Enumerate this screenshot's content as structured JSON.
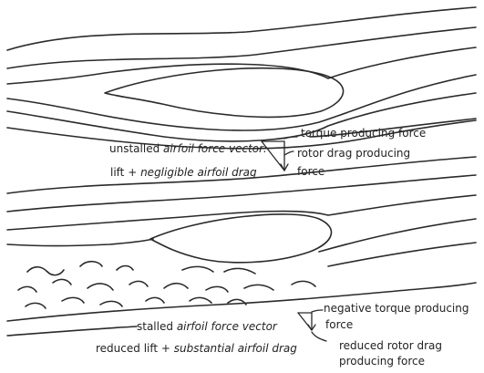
{
  "upper_section": {
    "vector_title_a": "unstalled",
    "vector_title_b": "airfoil force vector:",
    "vector_desc_a": "lift + ",
    "vector_desc_b": "negligible airfoil drag",
    "torque_label": "torque producing force",
    "drag_label_line1": "rotor drag producing",
    "drag_label_line2": "force"
  },
  "lower_section": {
    "vector_title_a": "stalled",
    "vector_title_b": "airfoil force vector",
    "vector_desc_a": "reduced lift + ",
    "vector_desc_b": "substantial airfoil drag",
    "torque_label_line1": "negative torque producing",
    "torque_label_line2": "force",
    "drag_label_line1": "reduced rotor drag",
    "drag_label_line2": "producing force"
  }
}
